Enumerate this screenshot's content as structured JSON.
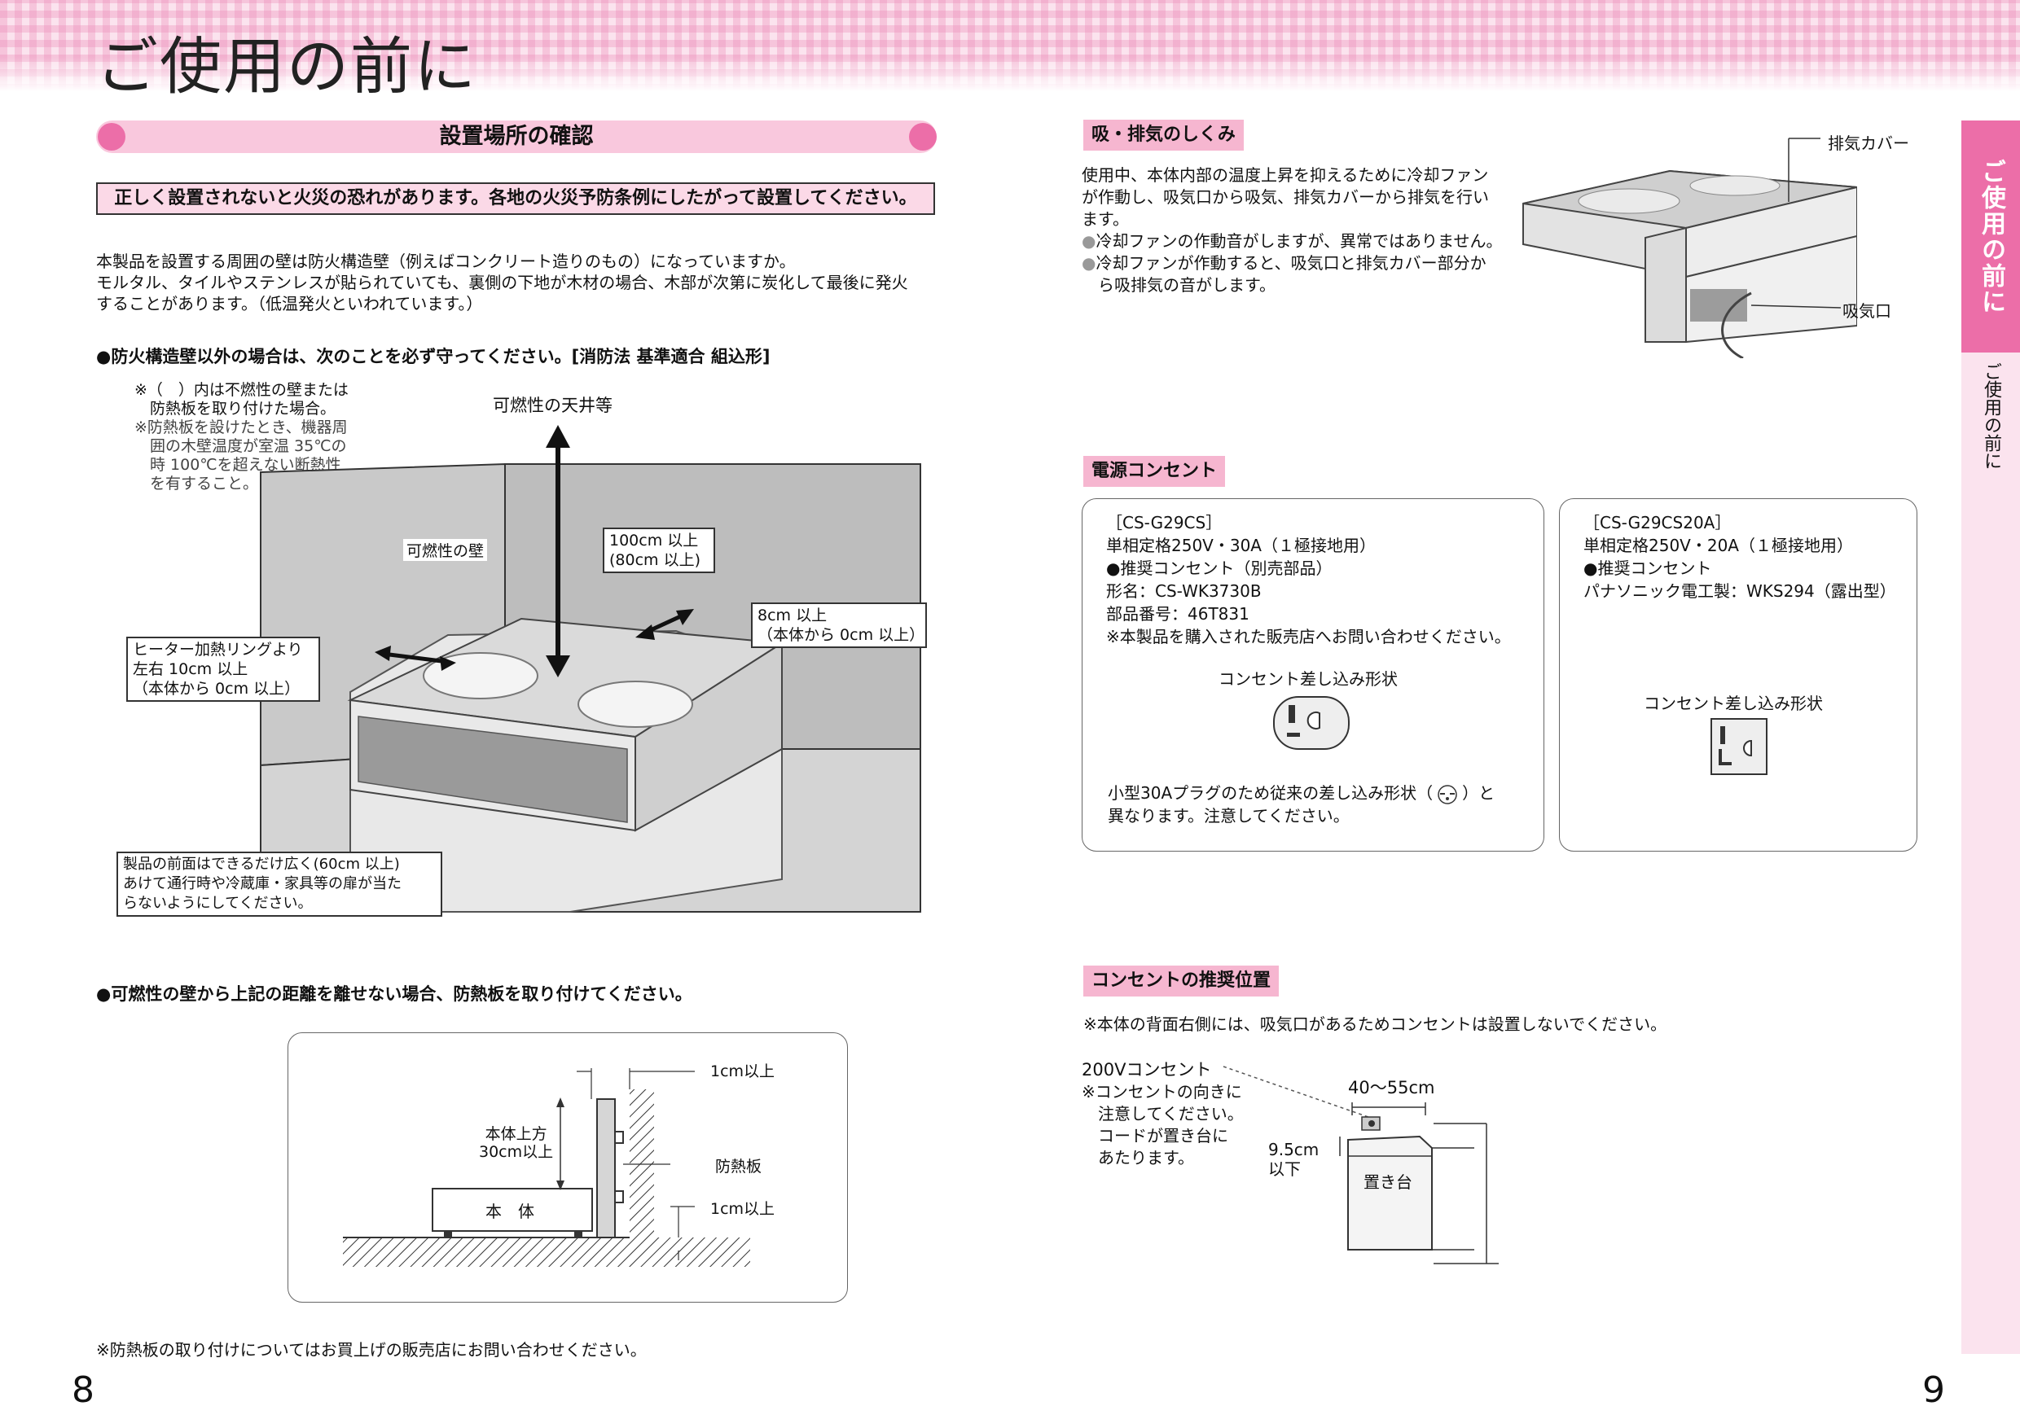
{
  "header": {
    "title": "ご使用の前に"
  },
  "left": {
    "section_title": "設置場所の確認",
    "warning": "正しく設置されないと火災の恐れがあります。各地の火災予防条例にしたがって設置してください。",
    "intro_lines": [
      "本製品を設置する周囲の壁は防火構造壁（例えばコンクリート造りのもの）になっていますか。",
      "モルタル、タイルやステンレスが貼られていても、裏側の下地が木材の場合、木部が次第に炭化して最後に発火",
      "することがあります。（低温発火といわれています。）"
    ],
    "bullet1": "●防火構造壁以外の場合は、次のことを必ず守ってください。[消防法 基準適合 組込形]",
    "notes": [
      "※（　）内は不燃性の壁または",
      "　防熱板を取り付けた場合。",
      "※防熱板を設けたとき、機器周",
      "　囲の木壁温度が室温 35℃の",
      "　時 100℃を超えない断熱性",
      "　を有すること。"
    ],
    "diagram1": {
      "ceiling": "可燃性の天井等",
      "wall": "可燃性の壁",
      "height_lines": [
        "100cm 以上",
        "(80cm 以上)"
      ],
      "back_lines": [
        "8cm 以上",
        "（本体から 0cm 以上）"
      ],
      "side_lines": [
        "ヒーター加熱リングより",
        "左右 10cm 以上",
        "（本体から 0cm 以上）"
      ],
      "front_lines": [
        "製品の前面はできるだけ広く(60cm 以上)",
        "あけて通行時や冷蔵庫・家具等の扉が当た",
        "らないようにしてください。"
      ]
    },
    "bullet2": "●可燃性の壁から上記の距離を離せない場合、防熱板を取り付けてください。",
    "diagram2": {
      "top_gap": "1cm以上",
      "height_lines": [
        "本体上方",
        "30cm以上"
      ],
      "board": "防熱板",
      "body": "本　体",
      "bottom_gap": "1cm以上"
    },
    "footnote": "※防熱板の取り付けについてはお買上げの販売店にお問い合わせください。",
    "page_number": "8"
  },
  "right": {
    "air": {
      "tag": "吸・排気のしくみ",
      "lines": [
        "使用中、本体内部の温度上昇を抑えるために冷却ファン",
        "が作動し、吸気口から吸気、排気カバーから排気を行い",
        "ます。"
      ],
      "bullets": [
        "冷却ファンの作動音がしますが、異常ではありません。",
        "冷却ファンが作動すると、吸気口と排気カバー部分か",
        "ら吸排気の音がします。"
      ],
      "exhaust_label": "排気カバー",
      "intake_label": "吸気口"
    },
    "outlet": {
      "tag": "電源コンセント",
      "box1": {
        "lines": [
          "［CS-G29CS］",
          "単相定格250V・30A（１極接地用）",
          "●推奨コンセント（別売部品）",
          "形名：CS-WK3730B",
          "部品番号：46T831",
          "※本製品を購入された販売店へお問い合わせください。"
        ],
        "shape_label": "コンセント差し込み形状",
        "note_a": "小型30Aプラグのため従来の差し込み形状（",
        "note_b": "）と",
        "note_line2": "異なります。注意してください。"
      },
      "box2": {
        "lines": [
          "［CS-G29CS20A］",
          "単相定格250V・20A（１極接地用）",
          "●推奨コンセント",
          "パナソニック電工製：WKS294（露出型）"
        ],
        "shape_label": "コンセント差し込み形状"
      }
    },
    "position": {
      "tag": "コンセントの推奨位置",
      "note": "※本体の背面右側には、吸気口があるためコンセントは設置しないでください。",
      "outlet_label": "200Vコンセント",
      "sub_lines": [
        "※コンセントの向きに",
        "　注意してください。",
        "　コードが置き台に",
        "　あたります。"
      ],
      "width": "40〜55cm",
      "height_lines": [
        "9.5cm",
        "以下"
      ],
      "stand": "置き台"
    },
    "side_tab": "ご使用の前に",
    "side_vertical": "ご使用の前に",
    "page_number": "9"
  },
  "colors": {
    "pink": "#ec6ea8",
    "light_pink": "#f9c8dd",
    "gray": "#c9c9c9"
  }
}
